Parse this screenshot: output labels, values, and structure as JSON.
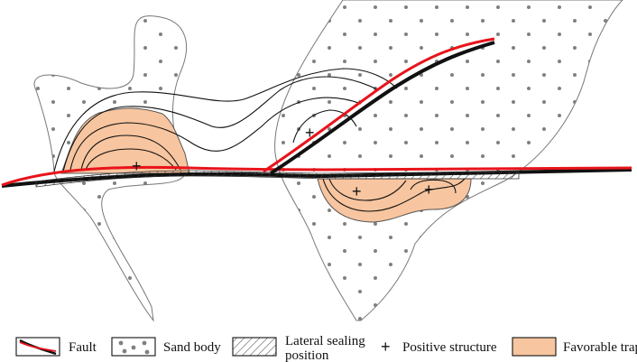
{
  "legend": {
    "fault": "Fault",
    "sand_body": "Sand body",
    "lateral_sealing_line1": "Lateral sealing",
    "lateral_sealing_line2": "position",
    "positive_structure": "Positive structure",
    "favorable_trap": "Favorable trap"
  },
  "colors": {
    "fault_red": "#e8141b",
    "fault_black": "#111111",
    "trap_fill": "#f7c59f",
    "sand_dot": "#808080",
    "outline": "#777777"
  },
  "symbols": {
    "positive_structure": "+"
  }
}
